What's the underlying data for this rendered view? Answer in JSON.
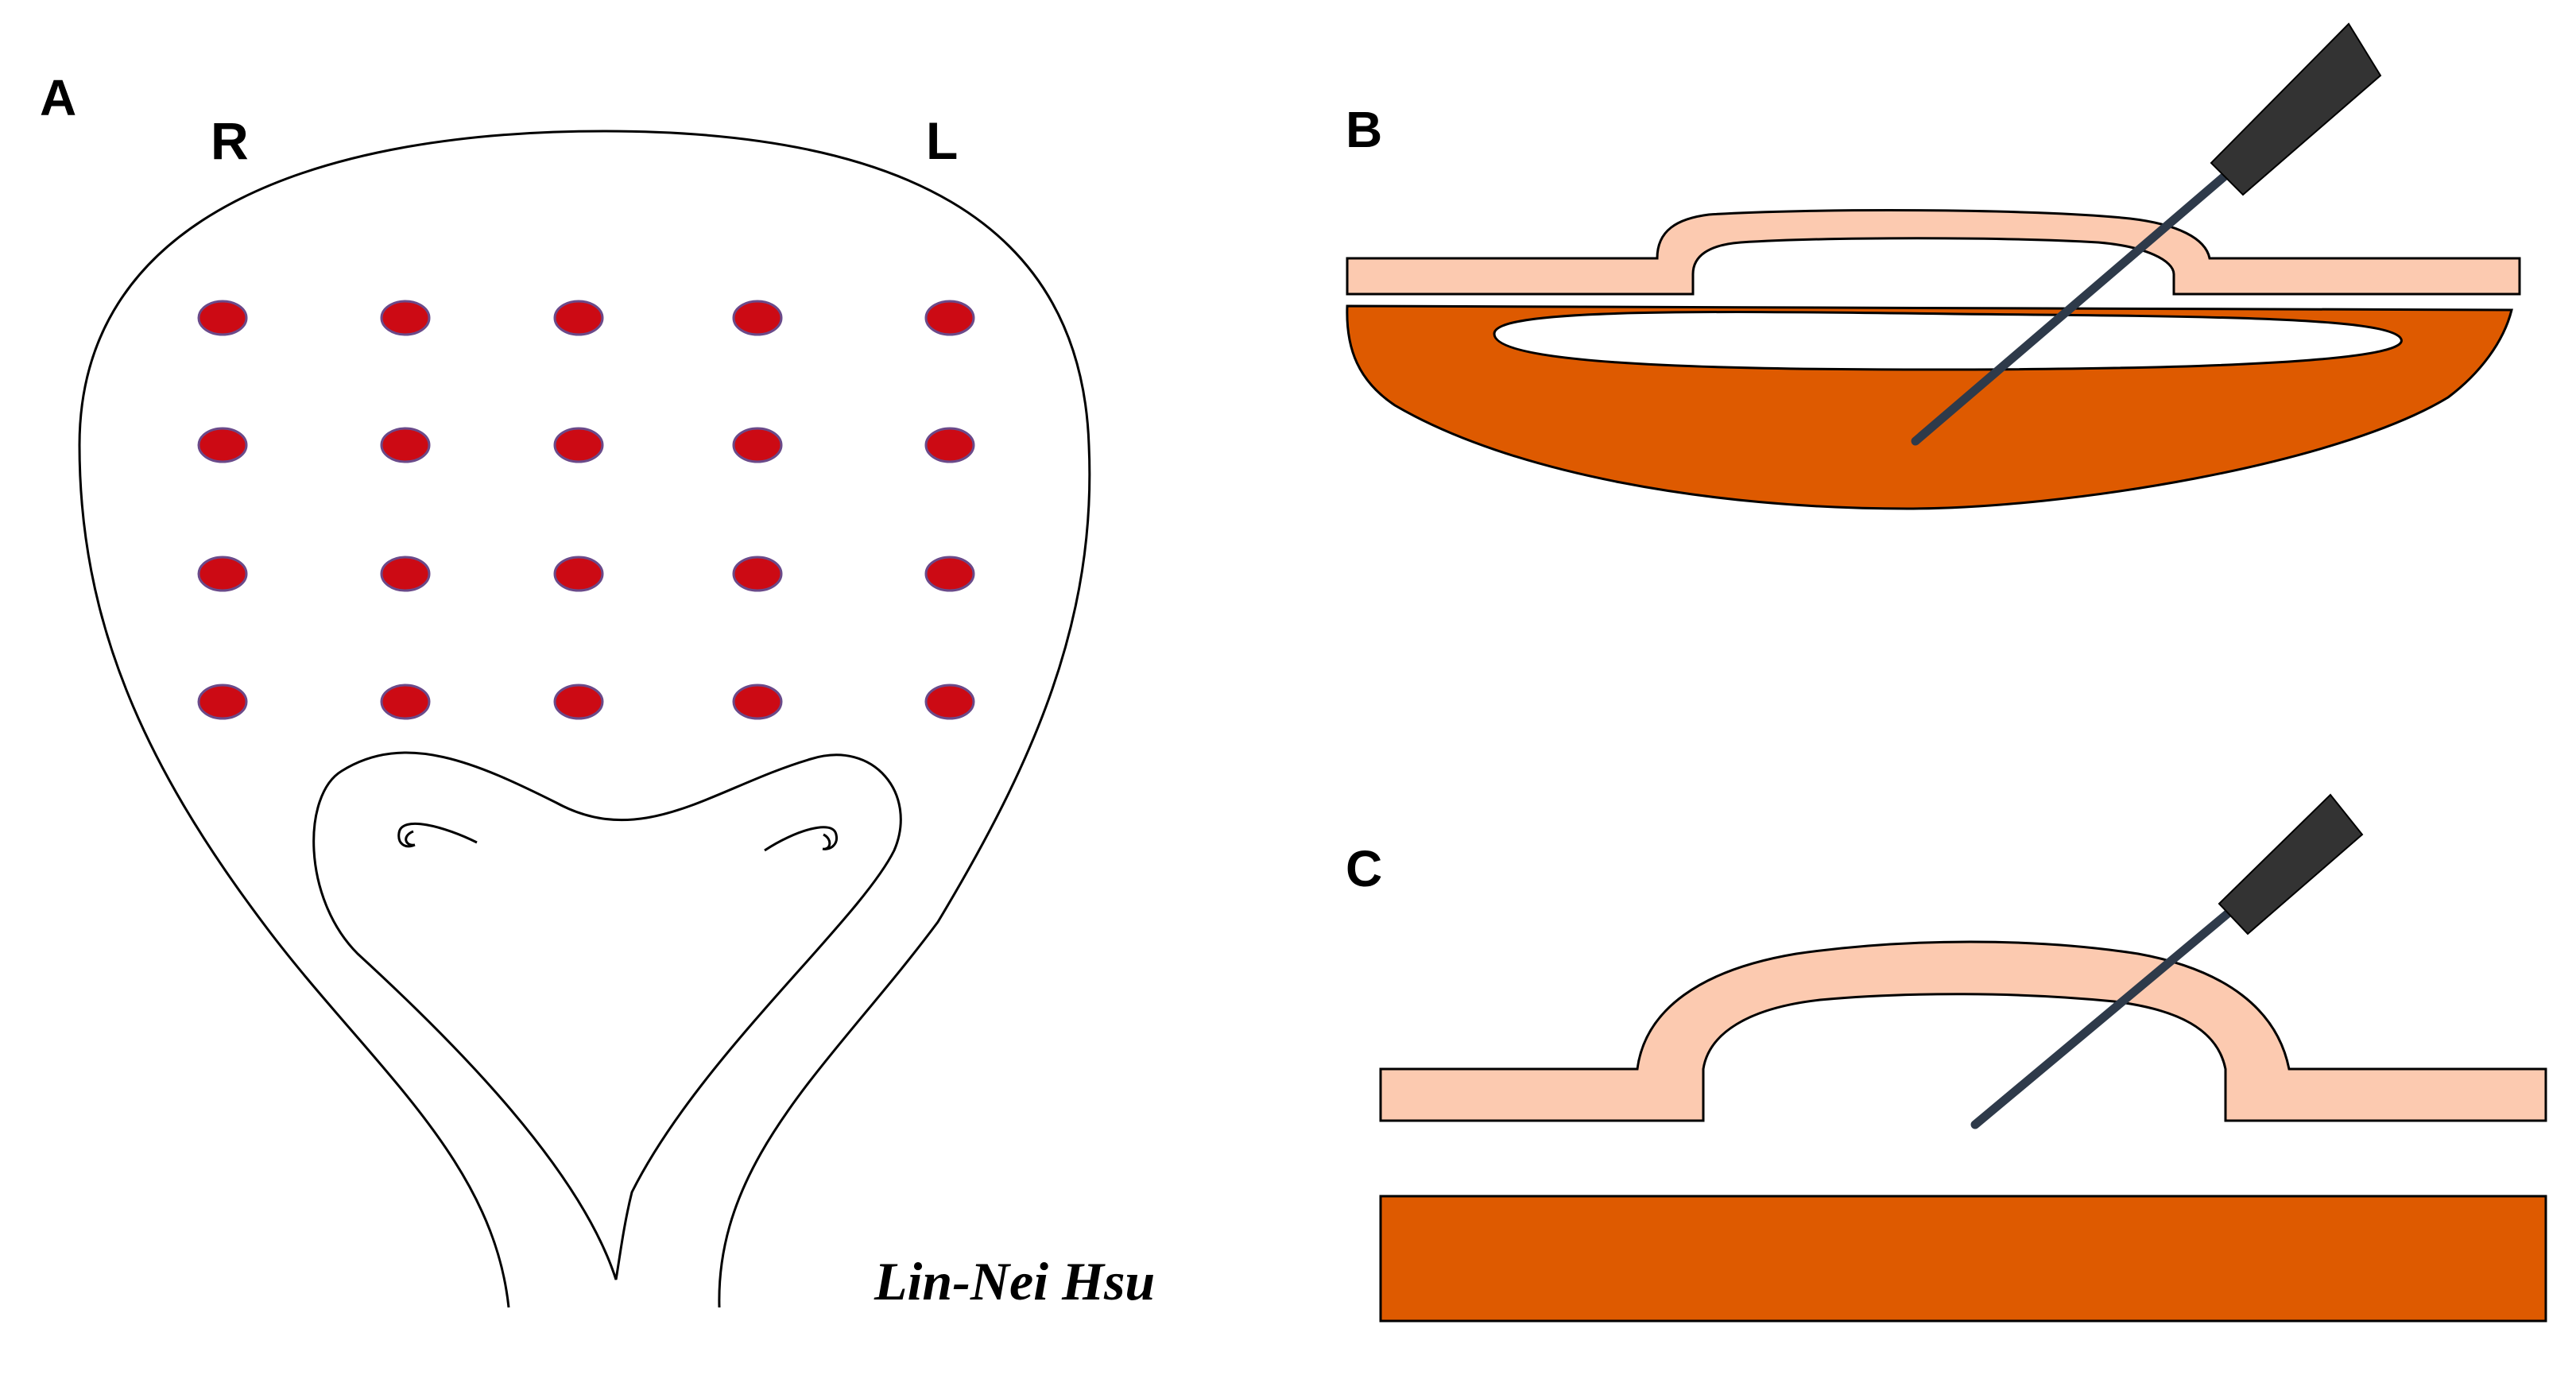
{
  "panels": {
    "a": {
      "label": "A",
      "right_label": "R",
      "left_label": "L"
    },
    "b": {
      "label": "B"
    },
    "c": {
      "label": "C"
    }
  },
  "injection_grid": {
    "rows": 4,
    "cols": 5,
    "count": 20
  },
  "signature": "Lin-Nei Hsu",
  "colors": {
    "injection_dot": "#cc0a14",
    "injection_dot_outline": "#6a4a8a",
    "mucosa": "#fccab0",
    "muscle_layer": "#de5a00",
    "needle": "#2e3a4a",
    "needle_hub": "#333333",
    "outline": "#000000"
  },
  "icons": {
    "needle": "syringe-needle-icon"
  }
}
